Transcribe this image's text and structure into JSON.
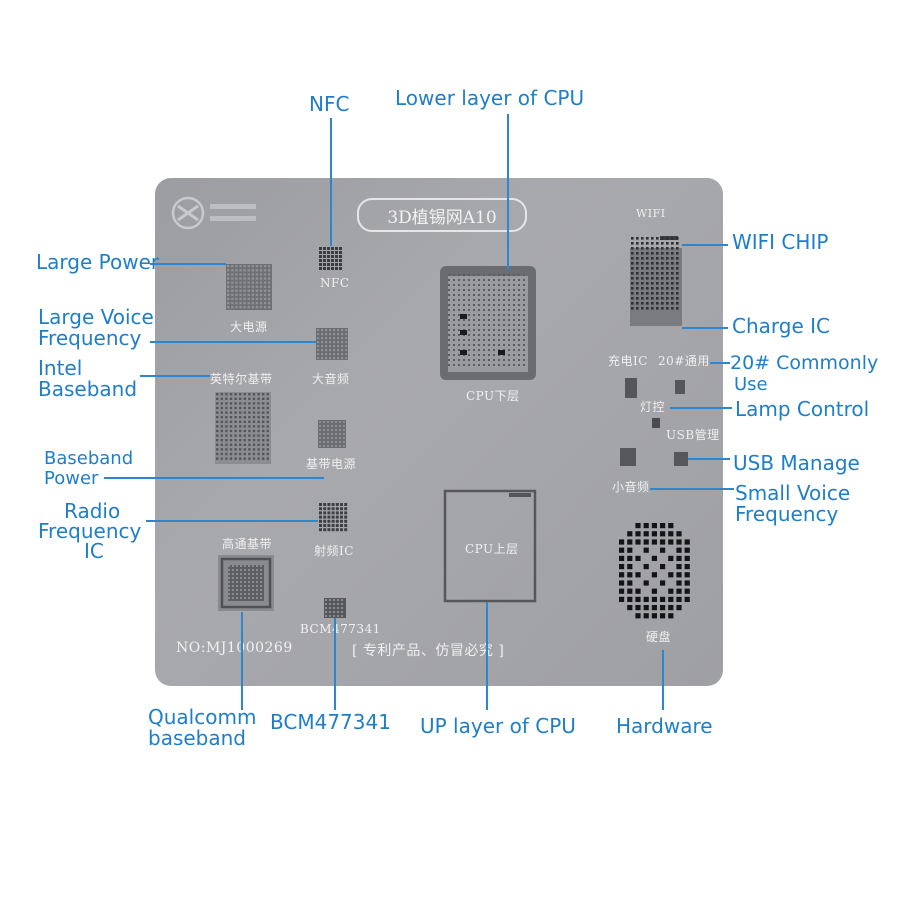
{
  "stencil": {
    "title": "3D植锡网A10",
    "model_no": "NO:MJ1000269",
    "patent_note": "[ 专利产品、仿冒必究 ]",
    "etched_labels": {
      "wifi": "WIFI",
      "nfc": "NFC",
      "large_power": "大电源",
      "large_voice": "大音频",
      "intel_baseband": "英特尔基带",
      "baseband_power": "基带电源",
      "rf_ic": "射频IC",
      "qualcomm_baseband": "高通基带",
      "bcm": "BCM477341",
      "cpu_lower": "CPU下层",
      "cpu_upper": "CPU上层",
      "charge_ic": "充电IC",
      "commonly_use": "20#通用",
      "lamp_control": "灯控",
      "usb_manage": "USB管理",
      "small_voice": "小音频",
      "hardware": "硬盘"
    }
  },
  "callouts": {
    "nfc": "NFC",
    "lower_cpu": "Lower layer of CPU",
    "large_power": "Large Power",
    "large_voice_1": "Large Voice",
    "large_voice_2": "Frequency",
    "intel_1": "Intel",
    "intel_2": "Baseband",
    "bb_power_1": "Baseband",
    "bb_power_2": "Power",
    "radio_1": "Radio",
    "radio_2": "Frequency",
    "radio_3": "IC",
    "qualcomm_1": "Qualcomm",
    "qualcomm_2": "baseband",
    "bcm": "BCM477341",
    "up_cpu": "UP layer of CPU",
    "hardware": "Hardware",
    "wifi_chip": "WIFI CHIP",
    "charge_ic": "Charge IC",
    "commonly_1": "20# Commonly",
    "commonly_2": "Use",
    "lamp": "Lamp Control",
    "usb": "USB Manage",
    "small_voice_1": "Small Voice",
    "small_voice_2": "Frequency"
  },
  "colors": {
    "callout_text": "#1f7ec8",
    "leader_line": "#2c86d0",
    "stencil_metal": "#a3a4a8",
    "etched_text": "#f0f0f0"
  }
}
